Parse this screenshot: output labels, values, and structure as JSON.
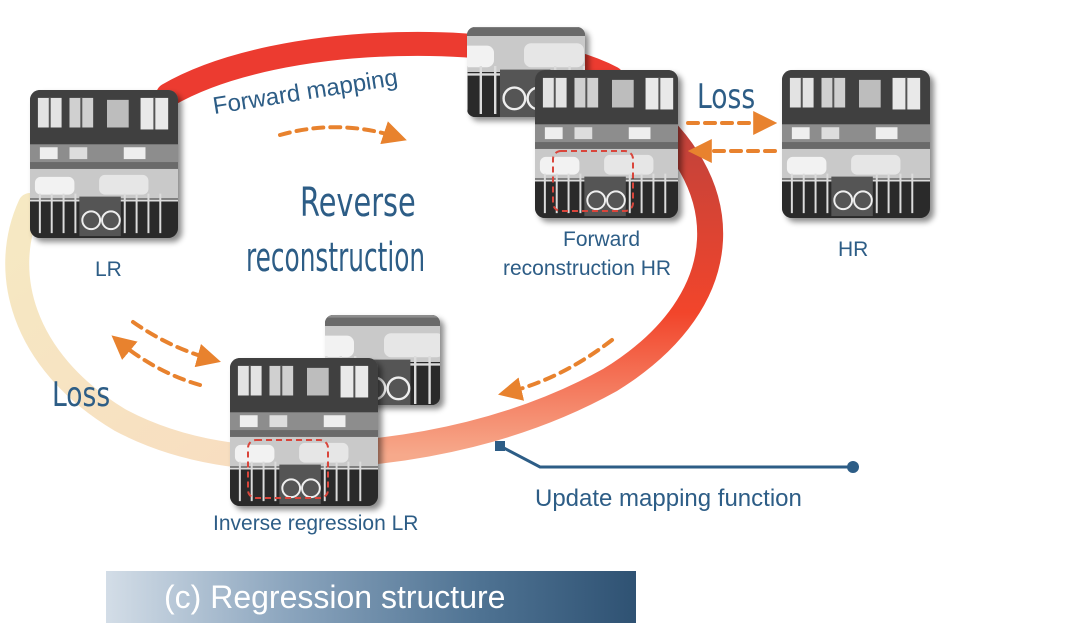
{
  "labels": {
    "forward_mapping": "Forward mapping",
    "loss_top": "Loss",
    "reverse_line1": "Reverse",
    "reverse_line2": "reconstruction",
    "lr": "LR",
    "hr": "HR",
    "forward_recon_line1": "Forward",
    "forward_recon_line2": "reconstruction HR",
    "loss_left": "Loss",
    "inverse_regression": "Inverse regression LR",
    "update_mapping": "Update mapping function"
  },
  "caption": "(c)  Regression structure",
  "colors": {
    "text": "#2d5d86",
    "arrow": "#e8822e",
    "loop_red": "#e8382c",
    "loop_pale": "#f6ecc6",
    "highlight_box": "#d9453b"
  }
}
